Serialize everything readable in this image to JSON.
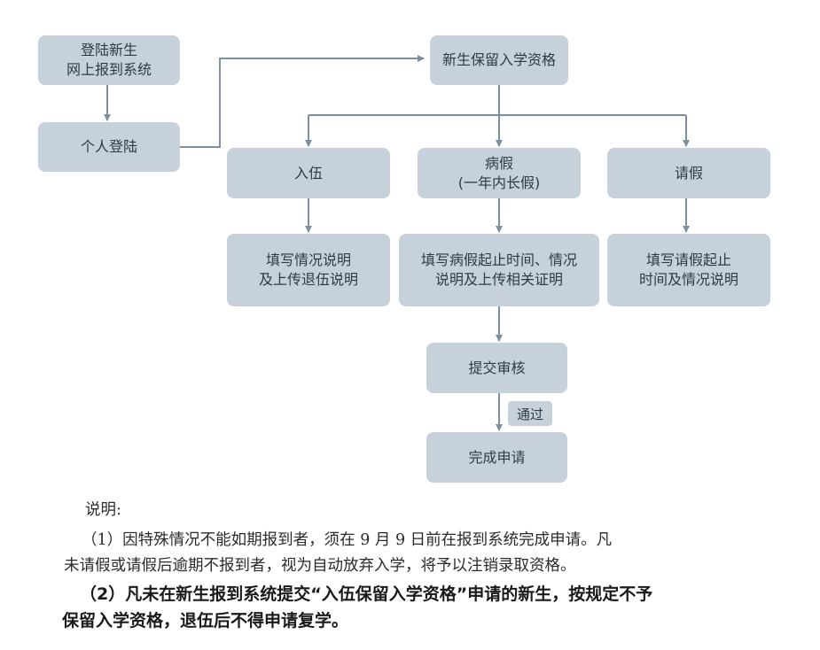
{
  "flow": {
    "start": "登陆新生\n网上报到系统",
    "login": "个人登陆",
    "reserve": "新生保留入学资格",
    "branches": {
      "enlist": "入伍",
      "sick": "病假\n(一年内长假)",
      "leave": "请假"
    },
    "fill": {
      "enlist": "填写情况说明\n及上传退伍说明",
      "sick": "填写病假起止时间、情况\n说明及上传相关证明",
      "leave": "填写请假起止\n时间及情况说明"
    },
    "submit": "提交审核",
    "pass": "通过",
    "complete": "完成申请"
  },
  "notes": {
    "heading": "说明:",
    "item1_line1": "（1）因特殊情况不能如期报到者，须在 9 月 9 日前在报到系统完成申请。凡",
    "item1_line2": "未请假或请假后逾期不报到者，视为自动放弃入学，将予以注销录取资格。",
    "item2_line1": "（2）凡未在新生报到系统提交“入伍保留入学资格”申请的新生，按规定不予",
    "item2_line2": "保留入学资格，退伍后不得申请复学。"
  },
  "colors": {
    "box_fill": "#c7d1dc",
    "connector": "#7c8fa3",
    "text": "#2e3a46"
  }
}
